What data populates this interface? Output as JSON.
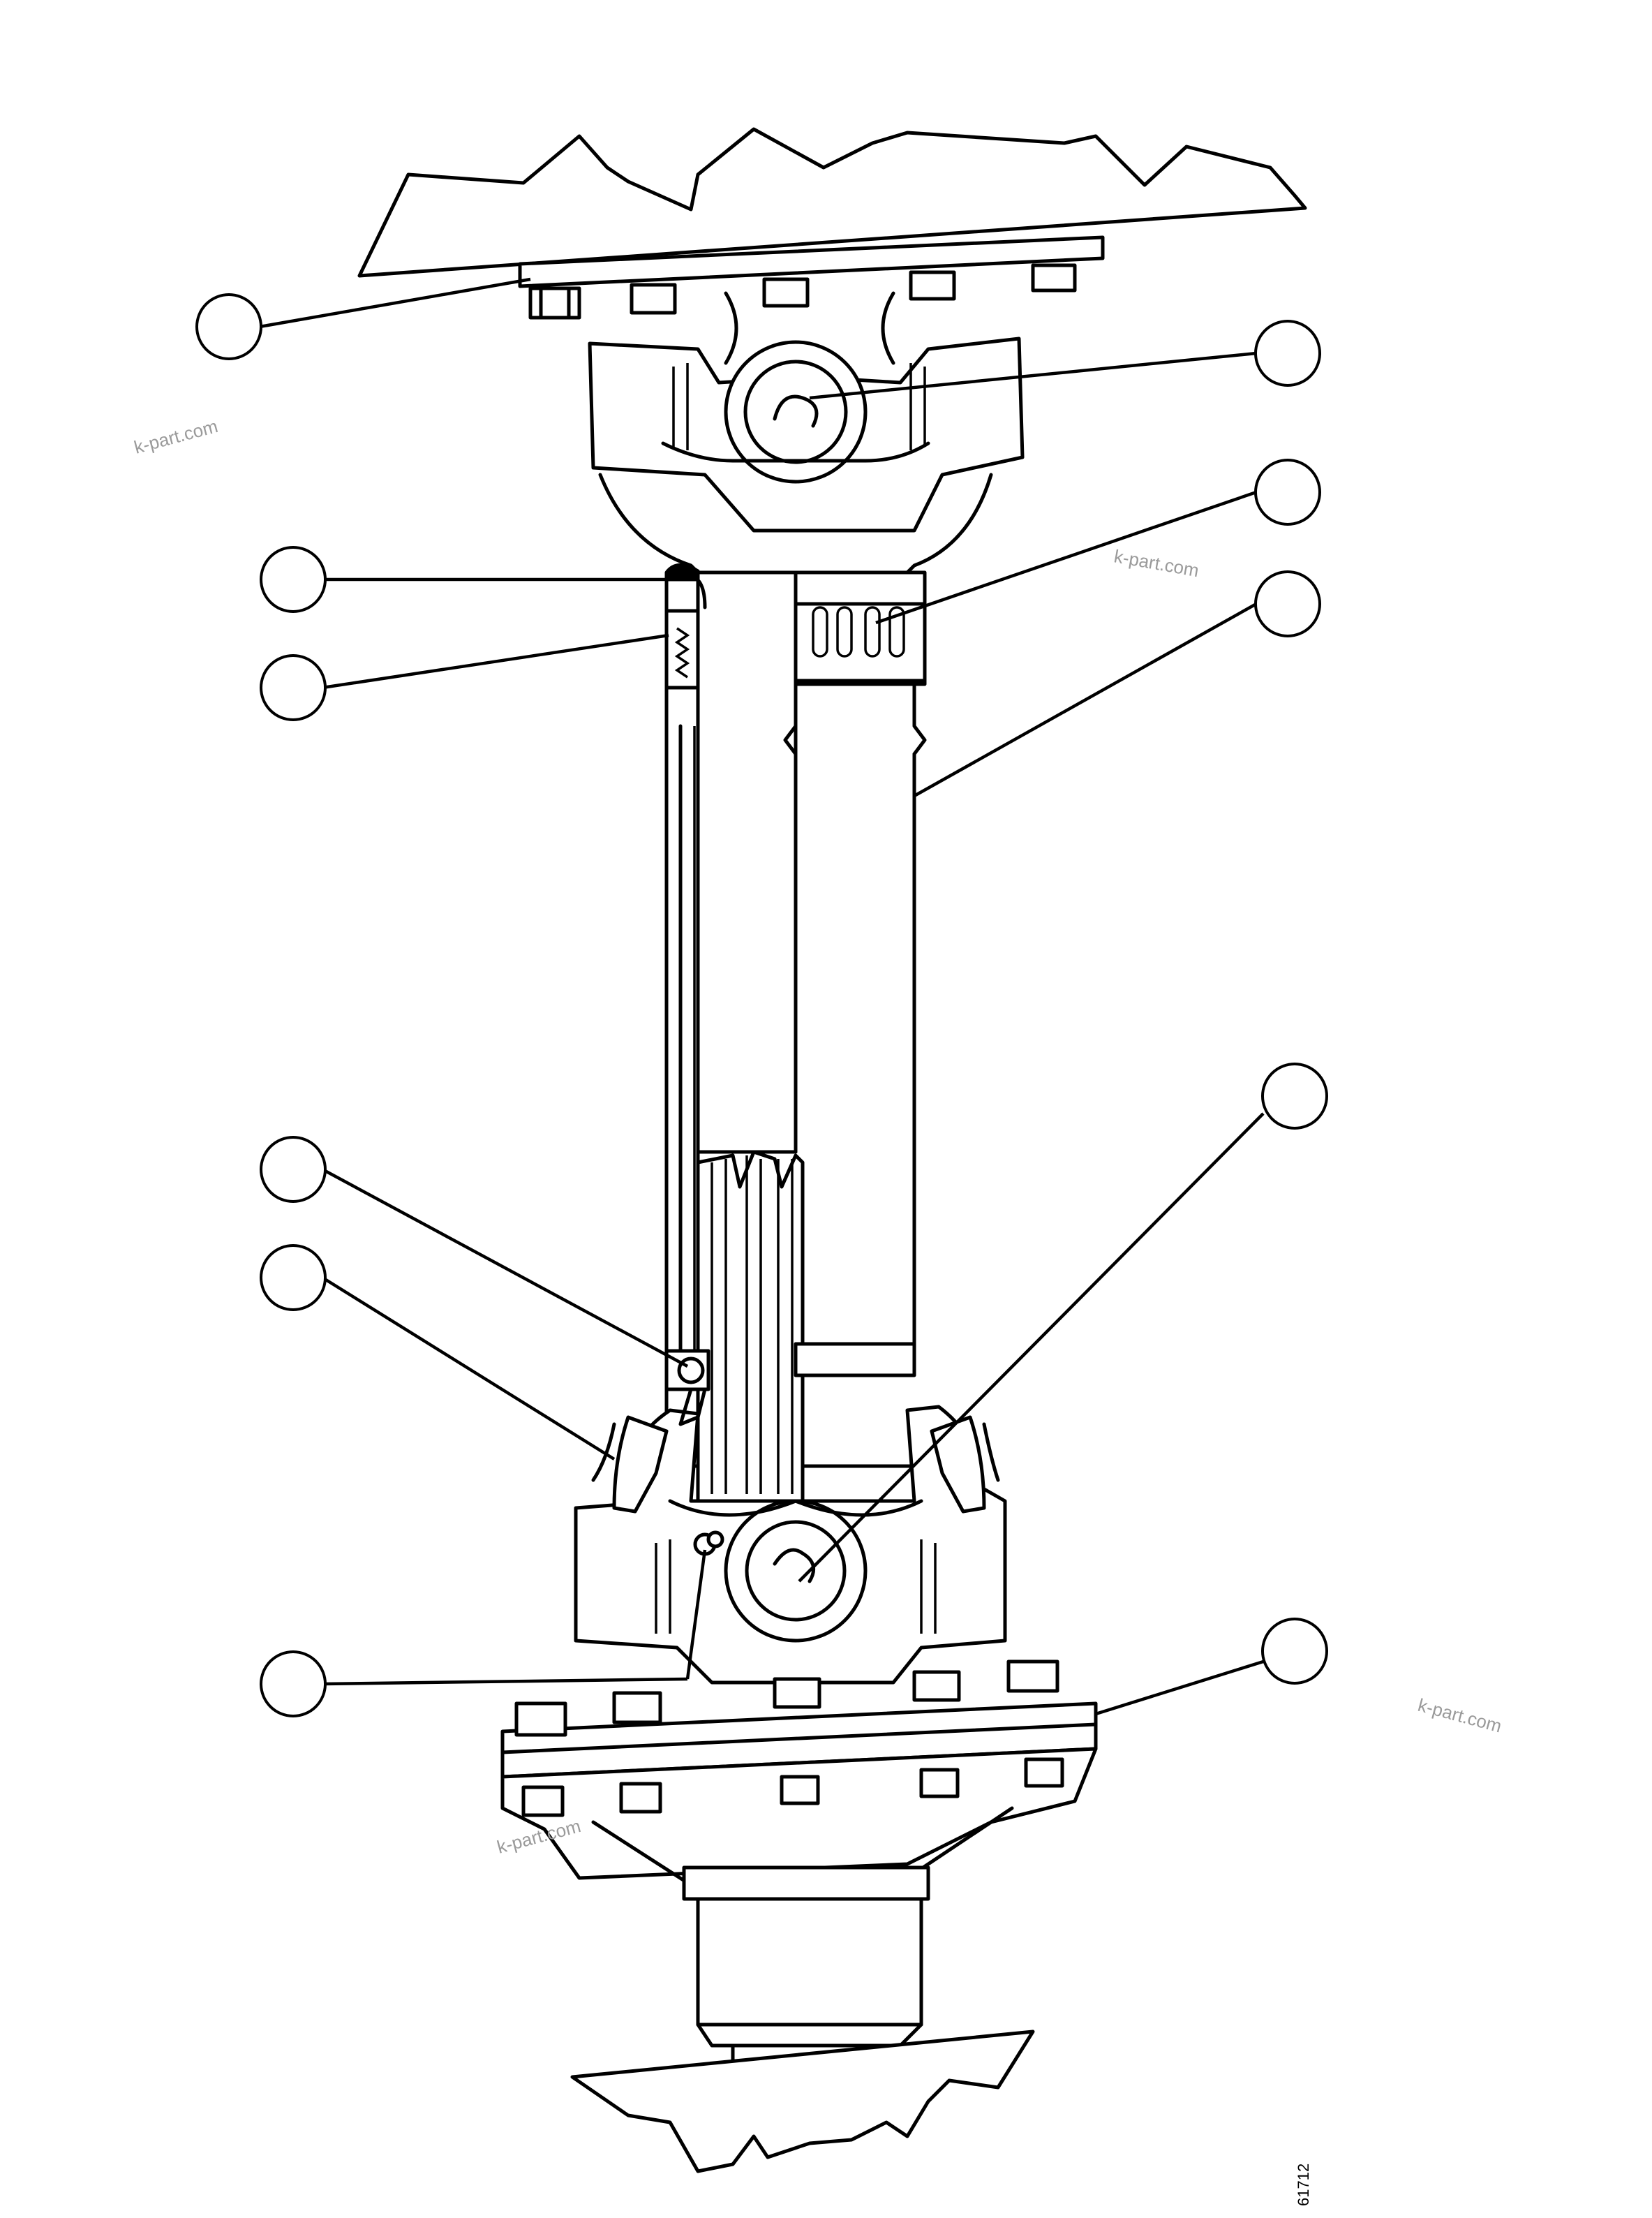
{
  "figure": {
    "figure_id": "61712",
    "watermarks": [
      "k-part.com",
      "k-part.com",
      "k-part.com",
      "k-part.com"
    ]
  },
  "callouts": [
    {
      "id": "callout-1",
      "label": ""
    },
    {
      "id": "callout-2",
      "label": ""
    },
    {
      "id": "callout-3",
      "label": ""
    },
    {
      "id": "callout-4",
      "label": ""
    },
    {
      "id": "callout-5",
      "label": ""
    },
    {
      "id": "callout-6",
      "label": ""
    },
    {
      "id": "callout-7",
      "label": ""
    },
    {
      "id": "callout-8",
      "label": ""
    },
    {
      "id": "callout-9",
      "label": ""
    },
    {
      "id": "callout-10",
      "label": ""
    },
    {
      "id": "callout-11",
      "label": ""
    }
  ]
}
